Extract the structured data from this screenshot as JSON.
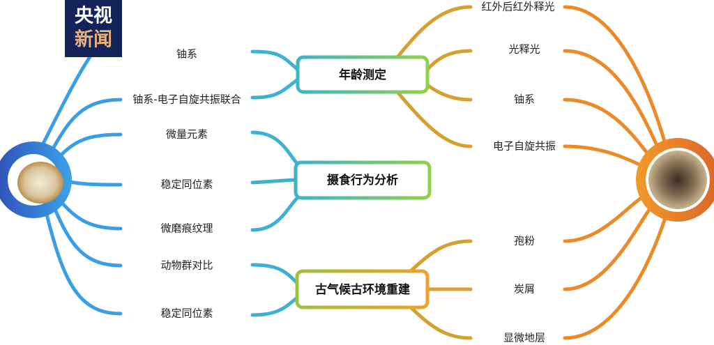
{
  "logo": {
    "line1": "央视",
    "line2": "新闻"
  },
  "colors": {
    "left": "#3a8fe0",
    "right": "#e8862a",
    "box_left": "#3fb3c8",
    "box_right": "#8fd14a",
    "logo_bg": "#14235a",
    "logo_accent": "#e9b07a"
  },
  "center_boxes": [
    {
      "label": "年龄测定"
    },
    {
      "label": "摄食行为分析"
    },
    {
      "label": "古气候古环境重建"
    }
  ],
  "left_items": [
    {
      "label": "铀系"
    },
    {
      "label": "铀系-电子自旋共振联合"
    },
    {
      "label": "微量元素"
    },
    {
      "label": "稳定同位素"
    },
    {
      "label": "微磨痕纹理"
    },
    {
      "label": "动物群对比"
    },
    {
      "label": "稳定同位素"
    }
  ],
  "right_items": [
    {
      "label": "红外后红外释光"
    },
    {
      "label": "光释光"
    },
    {
      "label": "铀系"
    },
    {
      "label": "电子自旋共振"
    },
    {
      "label": "孢粉"
    },
    {
      "label": "炭屑"
    },
    {
      "label": "显微地层"
    }
  ]
}
